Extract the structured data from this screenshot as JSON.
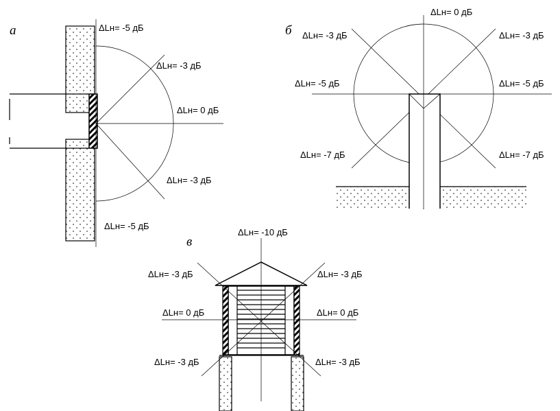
{
  "panels": {
    "a": {
      "letter": "а",
      "labels": {
        "top": "ΔLн= -5 дБ",
        "upper_diag": "ΔLн= -3 дБ",
        "axis": "ΔLн= 0 дБ",
        "lower_diag": "ΔLн= -3 дБ",
        "bottom": "ΔLн= -5 дБ"
      }
    },
    "b": {
      "letter": "б",
      "labels": {
        "top": "ΔLн= 0 дБ",
        "upper_left": "ΔLн= -3 дБ",
        "upper_right": "ΔLн= -3 дБ",
        "left": "ΔLн= -5 дБ",
        "right": "ΔLн= -5 дБ",
        "lower_left": "ΔLн= -7 дБ",
        "lower_right": "ΔLн= -7 дБ"
      }
    },
    "v": {
      "letter": "в",
      "labels": {
        "top": "ΔLн= -10 дБ",
        "upper_left": "ΔLн= -3 дБ",
        "upper_right": "ΔLн= -3 дБ",
        "left": "ΔLн= 0 дБ",
        "right": "ΔLн= 0 дБ",
        "lower_left": "ΔLн= -3 дБ",
        "lower_right": "ΔLн= -3 дБ"
      }
    }
  }
}
